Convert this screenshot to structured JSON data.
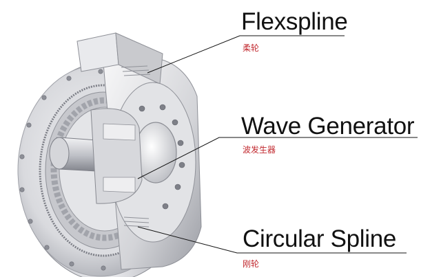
{
  "labels": {
    "flexspline": {
      "en": "Flexspline",
      "zh": "柔轮"
    },
    "wave_generator": {
      "en": "Wave Generator",
      "zh": "波发生器"
    },
    "circular_spline": {
      "en": "Circular Spline",
      "zh": "刚轮"
    }
  },
  "colors": {
    "label_text": "#111111",
    "label_subtext": "#c1272d",
    "leader_line": "#9a9a9a",
    "metal_light": "#f2f2f4",
    "metal_mid": "#c9cace",
    "metal_dark": "#6e7078"
  }
}
